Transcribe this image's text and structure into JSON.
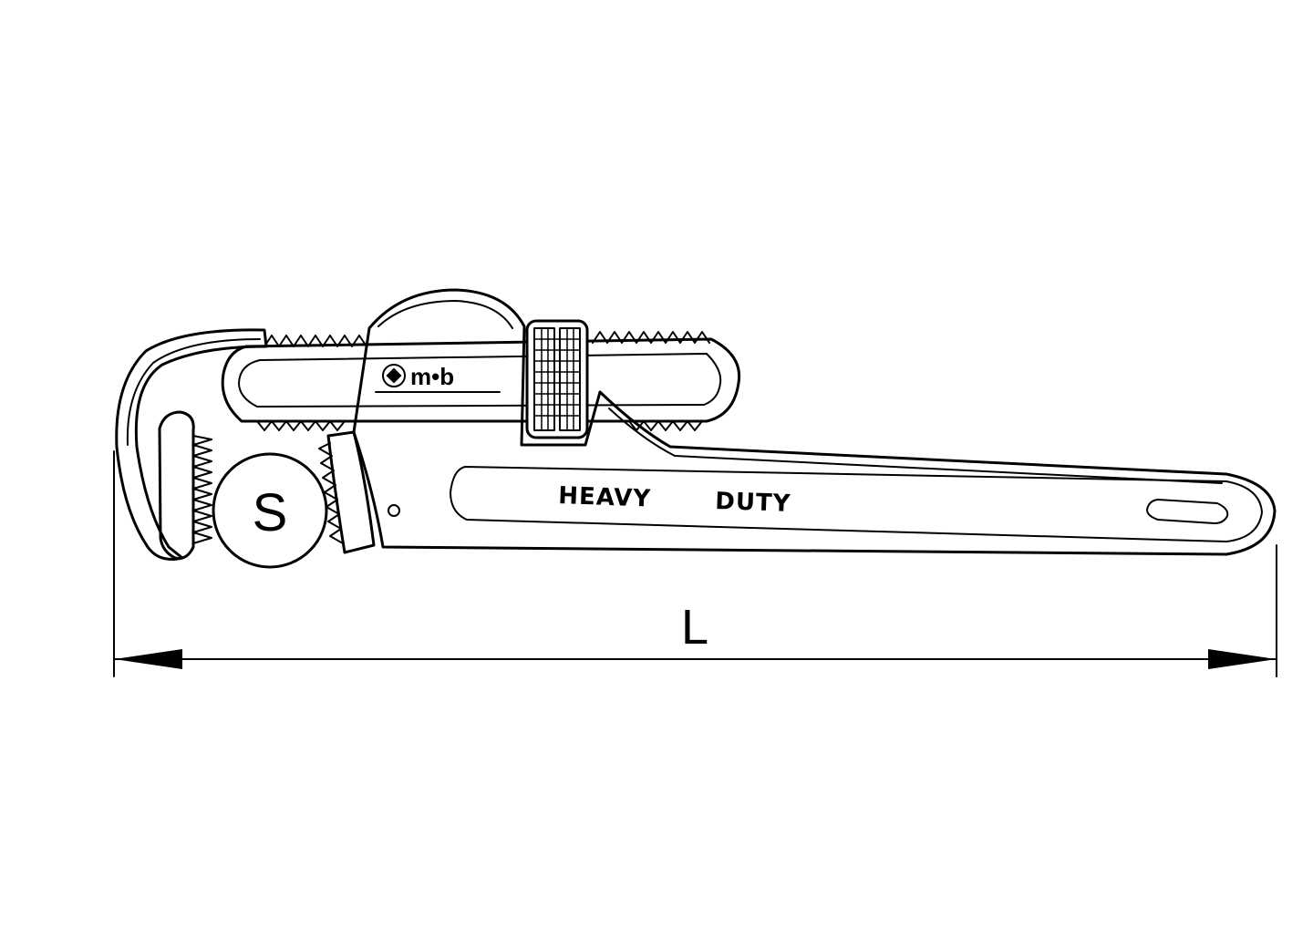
{
  "labels": {
    "pipe_diameter": "S",
    "length": "L"
  },
  "handle_text": {
    "word1": "HEAVY",
    "word2": "DUTY"
  },
  "logo": {
    "text": "m•b",
    "icon": "gear-logo-icon"
  },
  "colors": {
    "line": "#000000",
    "background": "#ffffff"
  }
}
